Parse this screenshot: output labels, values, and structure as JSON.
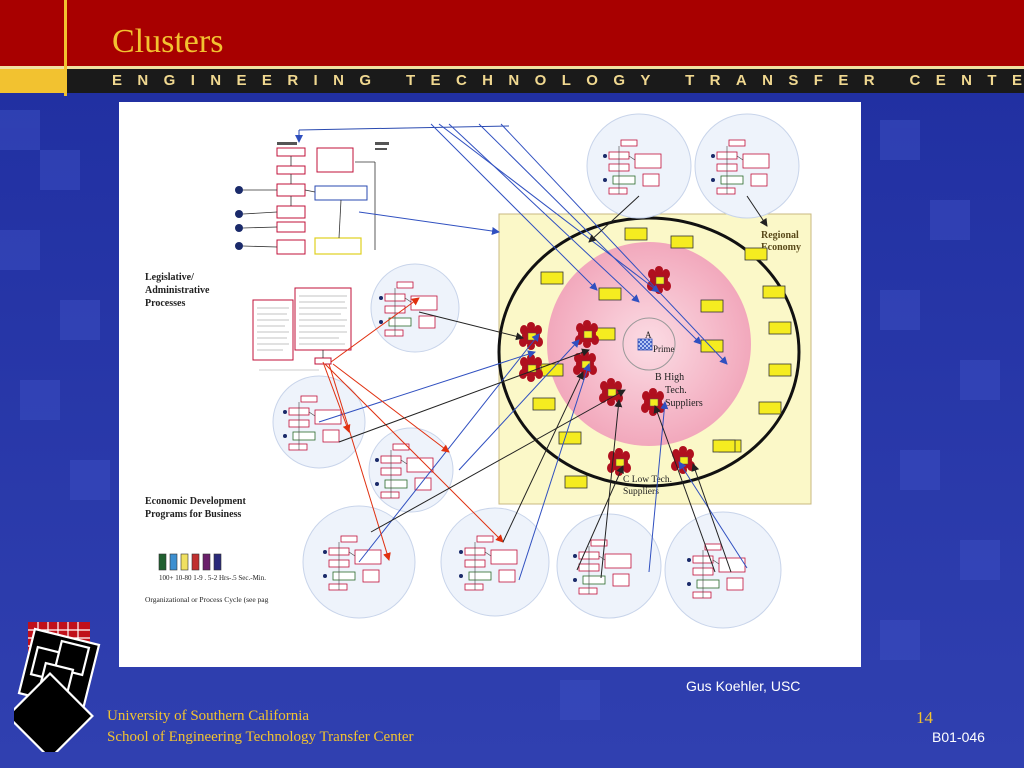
{
  "slide": {
    "title": "Clusters",
    "banner": "ENGINEERING TECHNOLOGY TRANSFER CENTER",
    "credit": "Gus Koehler, USC",
    "footer_line1": "University of Southern California",
    "footer_line2": "School of Engineering Technology Transfer Center",
    "page_number": "14",
    "slide_code": "B01-046"
  },
  "diagram": {
    "left_labels": {
      "legislative": [
        "Legislative/",
        "Administrative",
        "Processes"
      ],
      "economic": [
        "Economic Development",
        "Programs for Business"
      ],
      "legend_scale": "100+  10-80  1-9  . 5-2   Hrs-.5   Sec.-Min.",
      "legend_caption": "Organizational or Process Cycle (see pag"
    },
    "cluster_labels": {
      "regional": [
        "Regional",
        "Economy"
      ],
      "a": [
        "A",
        "Prime"
      ],
      "b": [
        "B High",
        "Tech.",
        "Suppliers"
      ],
      "c": [
        "C Low  Tech.",
        "Suppliers"
      ]
    },
    "legend_colors": [
      "#1f5f2f",
      "#3c8fd0",
      "#f0e060",
      "#c0302f",
      "#6a1f6a",
      "#2a2a7a"
    ],
    "colors": {
      "header": "#a80000",
      "title": "#f2c230",
      "square": "#fbf8c8",
      "pink": "#f5b8c8",
      "node": "#b0101f",
      "yellow_box": "#f5ec20",
      "arrow_blue": "#3050c0",
      "arrow_red": "#e03010"
    }
  }
}
